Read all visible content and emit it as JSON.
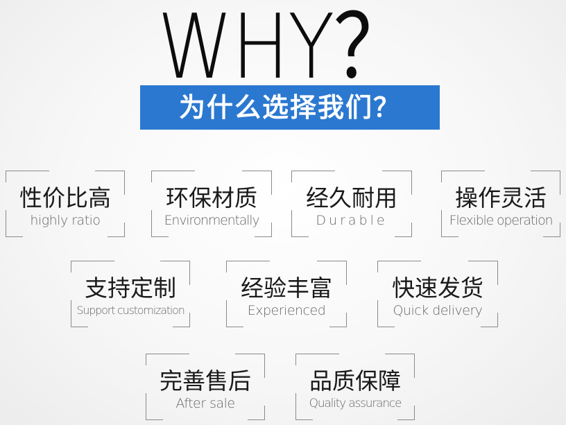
{
  "headline": "WHY？",
  "banner": "为什么选择我们？",
  "features": [
    {
      "cn": "性价比高",
      "en": "highly ratio"
    },
    {
      "cn": "环保材质",
      "en": "Environmentally"
    },
    {
      "cn": "经久耐用",
      "en": "Durable"
    },
    {
      "cn": "操作灵活",
      "en": "Flexible operation"
    },
    {
      "cn": "支持定制",
      "en": "Support customization"
    },
    {
      "cn": "经验丰富",
      "en": "Experienced"
    },
    {
      "cn": "快速发货",
      "en": "Quick delivery"
    },
    {
      "cn": "完善售后",
      "en": "After sale"
    },
    {
      "cn": "品质保障",
      "en": "Quality assurance"
    }
  ],
  "colors": {
    "banner_bg": "#2b78d0",
    "banner_text": "#ffffff",
    "headline": "#0d0d0d"
  }
}
